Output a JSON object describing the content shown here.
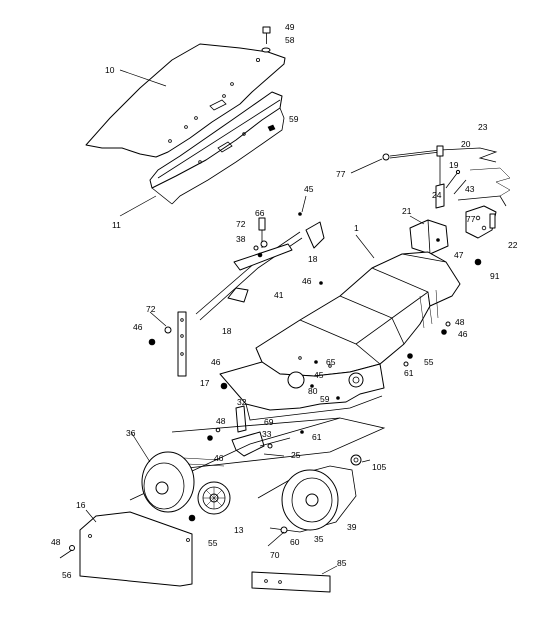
{
  "callouts": [
    {
      "id": "49",
      "text": "49"
    },
    {
      "id": "58",
      "text": "58"
    },
    {
      "id": "10",
      "text": "10"
    },
    {
      "id": "59a",
      "text": "59"
    },
    {
      "id": "11",
      "text": "11"
    },
    {
      "id": "23",
      "text": "23"
    },
    {
      "id": "20",
      "text": "20"
    },
    {
      "id": "77a",
      "text": "77"
    },
    {
      "id": "19",
      "text": "19"
    },
    {
      "id": "43",
      "text": "43"
    },
    {
      "id": "24",
      "text": "24"
    },
    {
      "id": "45a",
      "text": "45"
    },
    {
      "id": "66",
      "text": "66"
    },
    {
      "id": "72a",
      "text": "72"
    },
    {
      "id": "38",
      "text": "38"
    },
    {
      "id": "1",
      "text": "1"
    },
    {
      "id": "21",
      "text": "21"
    },
    {
      "id": "77b",
      "text": "77"
    },
    {
      "id": "22",
      "text": "22"
    },
    {
      "id": "47",
      "text": "47"
    },
    {
      "id": "91",
      "text": "91"
    },
    {
      "id": "18a",
      "text": "18"
    },
    {
      "id": "46a",
      "text": "46"
    },
    {
      "id": "41",
      "text": "41"
    },
    {
      "id": "18b",
      "text": "18"
    },
    {
      "id": "72b",
      "text": "72"
    },
    {
      "id": "46b",
      "text": "46"
    },
    {
      "id": "48a",
      "text": "48"
    },
    {
      "id": "46c",
      "text": "46"
    },
    {
      "id": "17",
      "text": "17"
    },
    {
      "id": "46d",
      "text": "46"
    },
    {
      "id": "55a",
      "text": "55"
    },
    {
      "id": "61a",
      "text": "61"
    },
    {
      "id": "65",
      "text": "65"
    },
    {
      "id": "45b",
      "text": "45"
    },
    {
      "id": "80",
      "text": "80"
    },
    {
      "id": "59b",
      "text": "59"
    },
    {
      "id": "32",
      "text": "32"
    },
    {
      "id": "48b",
      "text": "48"
    },
    {
      "id": "69",
      "text": "69"
    },
    {
      "id": "33",
      "text": "33"
    },
    {
      "id": "61b",
      "text": "61"
    },
    {
      "id": "36",
      "text": "36"
    },
    {
      "id": "46e",
      "text": "46"
    },
    {
      "id": "25",
      "text": "25"
    },
    {
      "id": "105",
      "text": "105"
    },
    {
      "id": "16",
      "text": "16"
    },
    {
      "id": "13",
      "text": "13"
    },
    {
      "id": "55b",
      "text": "55"
    },
    {
      "id": "39",
      "text": "39"
    },
    {
      "id": "60",
      "text": "60"
    },
    {
      "id": "35",
      "text": "35"
    },
    {
      "id": "48c",
      "text": "48"
    },
    {
      "id": "56",
      "text": "56"
    },
    {
      "id": "70",
      "text": "70"
    },
    {
      "id": "85",
      "text": "85"
    }
  ]
}
